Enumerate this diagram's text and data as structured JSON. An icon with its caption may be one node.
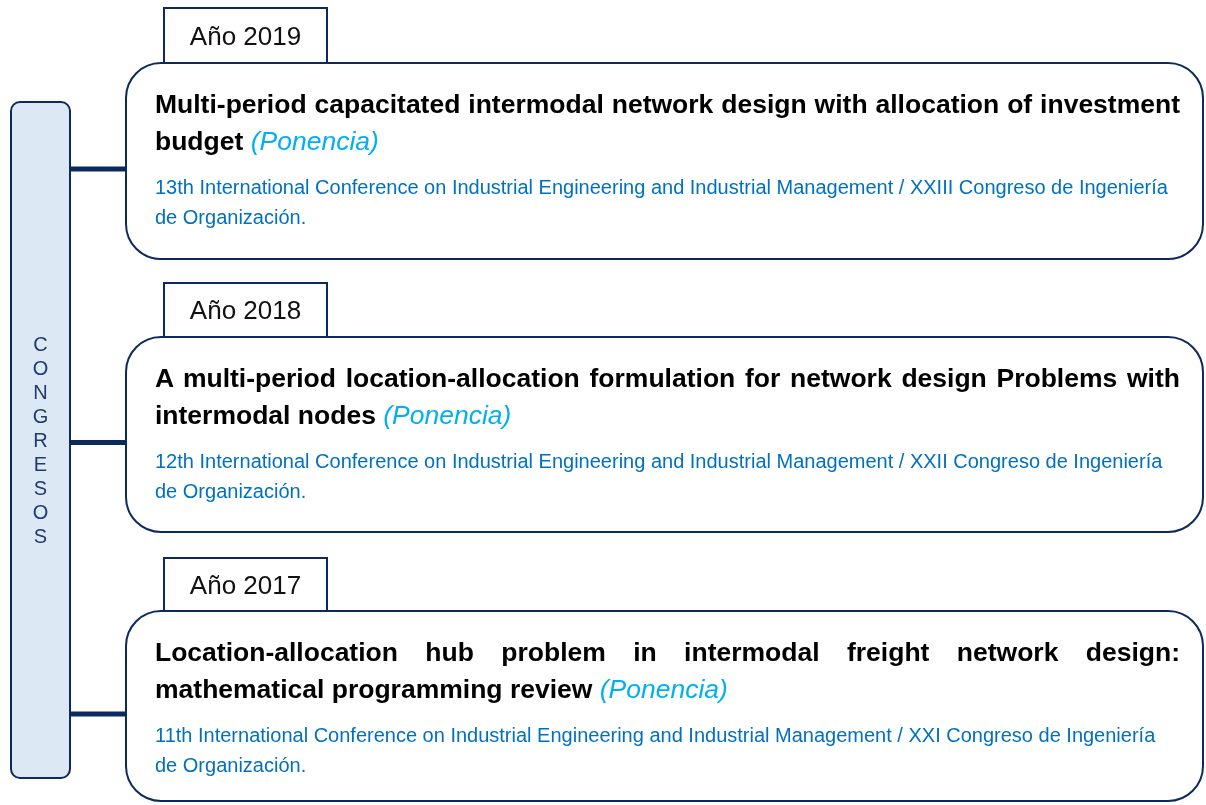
{
  "diagram": {
    "nodes": [
      {
        "text": [
          "CONGRESOS"
        ]
      },
      {
        "text": [
          "Año 2019"
        ]
      },
      {
        "text": [
          "Multi-period capacitated intermodal network design with allocation of investment budget *(Ponencia)*",
          "13th International Conference on Industrial Engineering and Industrial Management / XXIII Congreso de Ingeniería de Organización."
        ]
      },
      {
        "text": [
          "Año 2018"
        ]
      },
      {
        "text": [
          "A multi-period location-allocation formulation for network design Problems with intermodal nodes *(Ponencia)*",
          "12th International Conference on Industrial Engineering and Industrial Management / XXII Congreso de Ingeniería de Organización."
        ]
      },
      {
        "text": [
          "Año 2017"
        ]
      },
      {
        "text": [
          "Location-allocation hub problem in intermodal freight network design: mathematical programming review *(Ponencia)*",
          "11th International Conference on Industrial Engineering and Industrial Management / XXI Congreso de Ingeniería de Organización."
        ]
      }
    ],
    "edges": [
      {
        "from": 0,
        "to": 2,
        "arrow": "none"
      },
      {
        "from": 0,
        "to": 4,
        "arrow": "none"
      },
      {
        "from": 0,
        "to": 6,
        "arrow": "none"
      }
    ]
  }
}
